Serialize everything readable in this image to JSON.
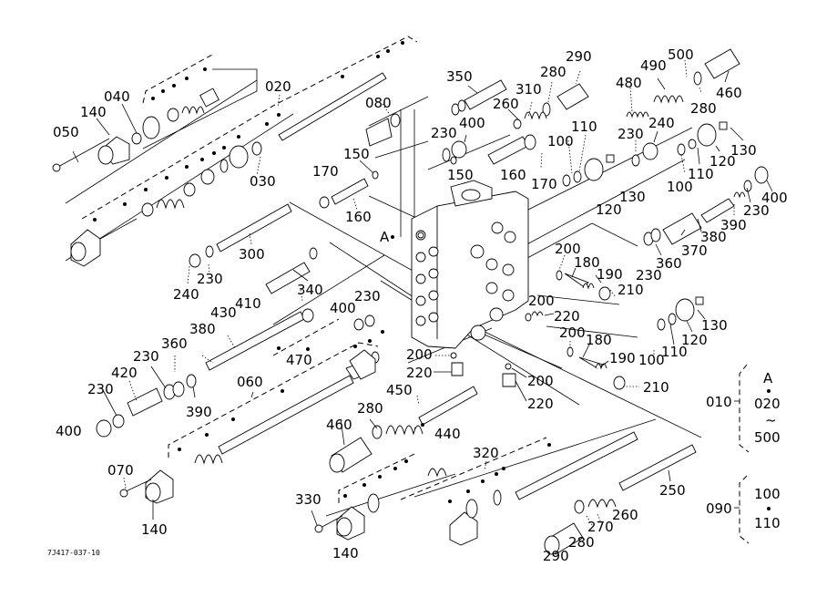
{
  "diagram": {
    "title": "Control valve exploded parts view",
    "figure_code": "7J417-037-10",
    "callouts": [
      {
        "id": "c050",
        "text": "050"
      },
      {
        "id": "c140a",
        "text": "140"
      },
      {
        "id": "c040",
        "text": "040"
      },
      {
        "id": "c020",
        "text": "020"
      },
      {
        "id": "c030",
        "text": "030"
      },
      {
        "id": "c080",
        "text": "080"
      },
      {
        "id": "c150a",
        "text": "150"
      },
      {
        "id": "c170a",
        "text": "170"
      },
      {
        "id": "c160a",
        "text": "160"
      },
      {
        "id": "cA",
        "text": "A"
      },
      {
        "id": "c300",
        "text": "300"
      },
      {
        "id": "c230a",
        "text": "230"
      },
      {
        "id": "c240a",
        "text": "240"
      },
      {
        "id": "c340",
        "text": "340"
      },
      {
        "id": "c410",
        "text": "410"
      },
      {
        "id": "c430",
        "text": "430"
      },
      {
        "id": "c380a",
        "text": "380"
      },
      {
        "id": "c360a",
        "text": "360"
      },
      {
        "id": "c230b",
        "text": "230"
      },
      {
        "id": "c420",
        "text": "420"
      },
      {
        "id": "c230c",
        "text": "230"
      },
      {
        "id": "c400a",
        "text": "400"
      },
      {
        "id": "c390a",
        "text": "390"
      },
      {
        "id": "c060",
        "text": "060"
      },
      {
        "id": "c470",
        "text": "470"
      },
      {
        "id": "c400b",
        "text": "400"
      },
      {
        "id": "c230d",
        "text": "230"
      },
      {
        "id": "c070",
        "text": "070"
      },
      {
        "id": "c140b",
        "text": "140"
      },
      {
        "id": "c350",
        "text": "350"
      },
      {
        "id": "c290a",
        "text": "290"
      },
      {
        "id": "c280a",
        "text": "280"
      },
      {
        "id": "c310",
        "text": "310"
      },
      {
        "id": "c260a",
        "text": "260"
      },
      {
        "id": "c400c",
        "text": "400"
      },
      {
        "id": "c230e",
        "text": "230"
      },
      {
        "id": "c150b",
        "text": "150"
      },
      {
        "id": "c160b",
        "text": "160"
      },
      {
        "id": "c170b",
        "text": "170"
      },
      {
        "id": "c100a",
        "text": "100"
      },
      {
        "id": "c110a",
        "text": "110"
      },
      {
        "id": "c120a",
        "text": "120"
      },
      {
        "id": "c130a",
        "text": "130"
      },
      {
        "id": "c480",
        "text": "480"
      },
      {
        "id": "c490",
        "text": "490"
      },
      {
        "id": "c500",
        "text": "500"
      },
      {
        "id": "c460a",
        "text": "460"
      },
      {
        "id": "c280b",
        "text": "280"
      },
      {
        "id": "c230f",
        "text": "230"
      },
      {
        "id": "c240b",
        "text": "240"
      },
      {
        "id": "c130b",
        "text": "130"
      },
      {
        "id": "c120b",
        "text": "120"
      },
      {
        "id": "c110b",
        "text": "110"
      },
      {
        "id": "c100b",
        "text": "100"
      },
      {
        "id": "c400d",
        "text": "400"
      },
      {
        "id": "c230g",
        "text": "230"
      },
      {
        "id": "c390b",
        "text": "390"
      },
      {
        "id": "c380b",
        "text": "380"
      },
      {
        "id": "c370",
        "text": "370"
      },
      {
        "id": "c360b",
        "text": "360"
      },
      {
        "id": "c200a",
        "text": "200"
      },
      {
        "id": "c180a",
        "text": "180"
      },
      {
        "id": "c190a",
        "text": "190"
      },
      {
        "id": "c230h",
        "text": "230"
      },
      {
        "id": "c210a",
        "text": "210"
      },
      {
        "id": "c200b",
        "text": "200"
      },
      {
        "id": "c220a",
        "text": "220"
      },
      {
        "id": "c130c",
        "text": "130"
      },
      {
        "id": "c120c",
        "text": "120"
      },
      {
        "id": "c110c",
        "text": "110"
      },
      {
        "id": "c100c",
        "text": "100"
      },
      {
        "id": "c200c",
        "text": "200"
      },
      {
        "id": "c180b",
        "text": "180"
      },
      {
        "id": "c190b",
        "text": "190"
      },
      {
        "id": "c210b",
        "text": "210"
      },
      {
        "id": "c200d",
        "text": "200"
      },
      {
        "id": "c220b",
        "text": "220"
      },
      {
        "id": "c200e",
        "text": "200"
      },
      {
        "id": "c220c",
        "text": "220"
      },
      {
        "id": "c450",
        "text": "450"
      },
      {
        "id": "c280c",
        "text": "280"
      },
      {
        "id": "c460b",
        "text": "460"
      },
      {
        "id": "c440",
        "text": "440"
      },
      {
        "id": "c320",
        "text": "320"
      },
      {
        "id": "c330",
        "text": "330"
      },
      {
        "id": "c140c",
        "text": "140"
      },
      {
        "id": "c250",
        "text": "250"
      },
      {
        "id": "c260b",
        "text": "260"
      },
      {
        "id": "c270",
        "text": "270"
      },
      {
        "id": "c280d",
        "text": "280"
      },
      {
        "id": "c290b",
        "text": "290"
      }
    ],
    "assembly_legend": [
      {
        "id": "010",
        "contents": [
          "A",
          "020",
          "500"
        ],
        "separator": "~"
      },
      {
        "id": "090",
        "contents": [
          "100",
          "110"
        ],
        "separator": "•"
      }
    ]
  }
}
